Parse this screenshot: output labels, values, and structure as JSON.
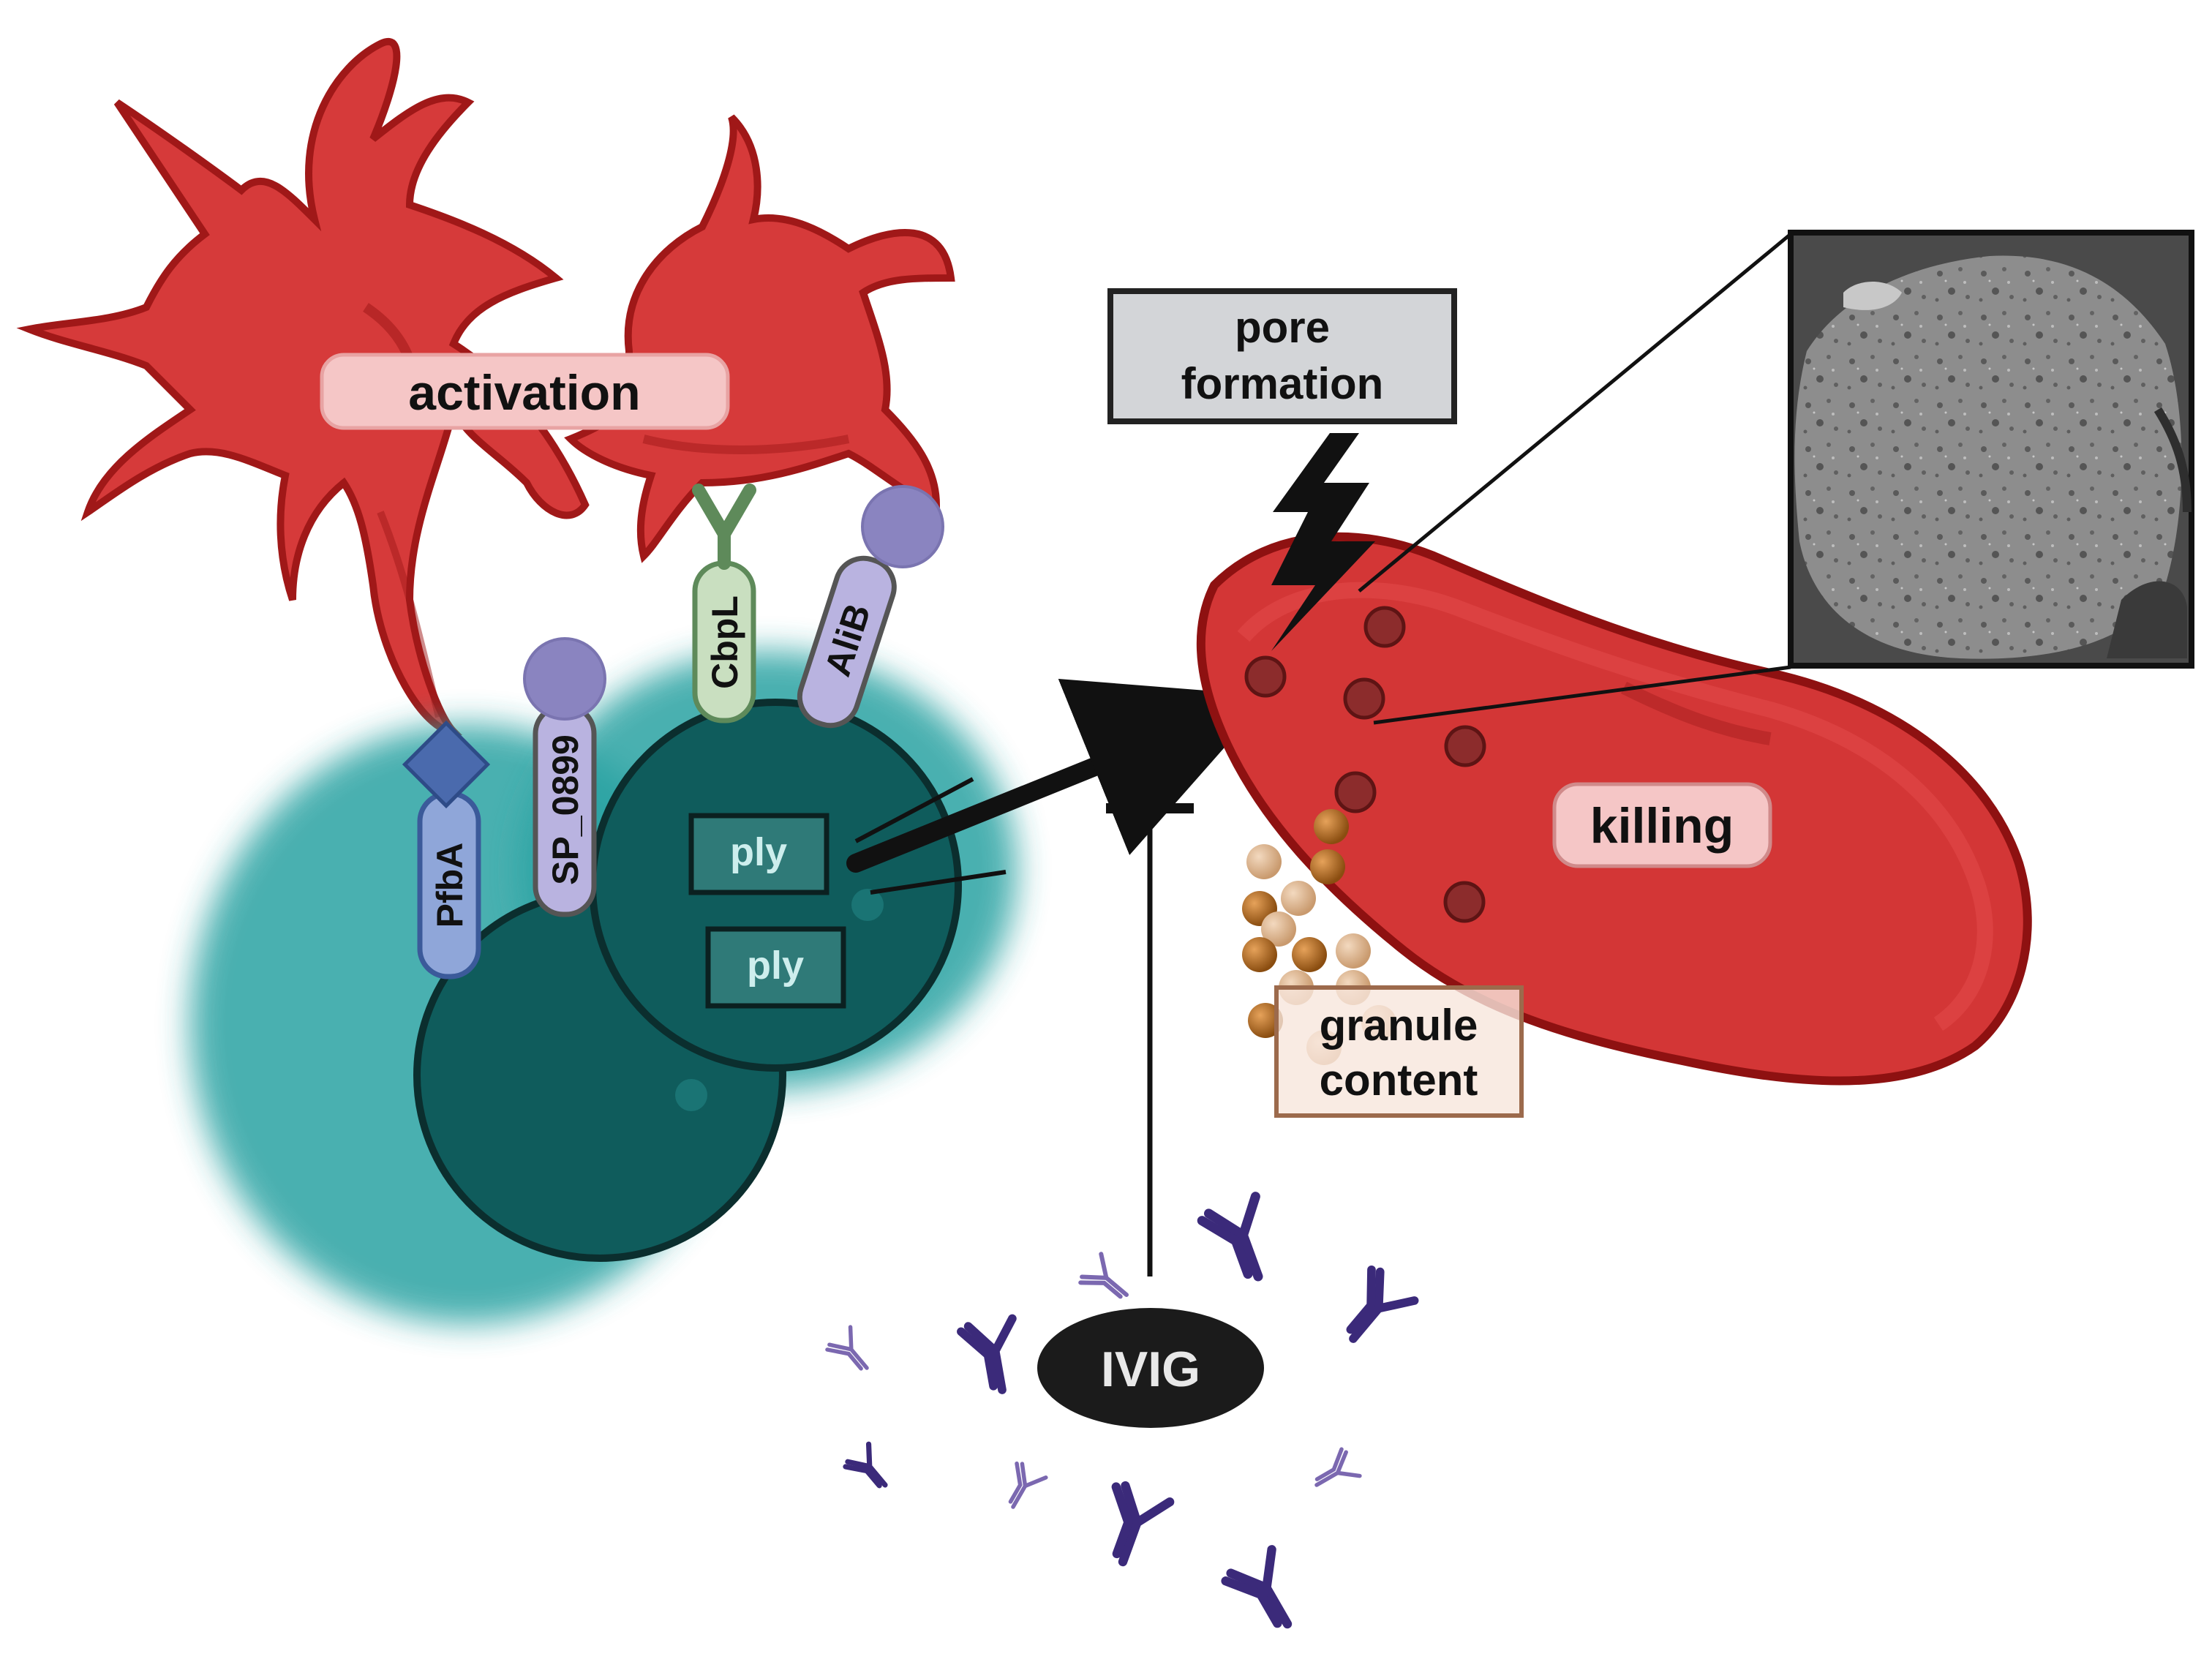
{
  "labels": {
    "activation": "activation",
    "pore_formation_line1": "pore",
    "pore_formation_line2": "formation",
    "killing": "killing",
    "granule_content_line1": "granule",
    "granule_content_line2": "content",
    "ivig": "IVIG",
    "ply_1": "ply",
    "ply_2": "ply"
  },
  "receptors": {
    "pfba": "PfbA",
    "sp0899": "SP_0899",
    "cbpl": "CbpL",
    "alib": "AliB"
  },
  "colors": {
    "platelet_red": "#d63a3a",
    "platelet_dark": "#a01818",
    "bacterium_teal": "#0f5c5c",
    "bacterium_glow": "#2aa3a3",
    "rbc_red": "#d33636",
    "rbc_dark": "#8e1111",
    "antibody_purple": "#3b2a7a",
    "antibody_light": "#7b68b0",
    "granule_brown": "#b06a1e",
    "receptor_lavender": "#b9b3e0",
    "receptor_blue": "#8fa6d9",
    "receptor_green": "#c9dfc0"
  },
  "icons": [
    "platelet-cell",
    "streptococcus-diplococcus",
    "red-blood-cell",
    "antibody",
    "lightning-bolt",
    "sem-micrograph-inset"
  ]
}
